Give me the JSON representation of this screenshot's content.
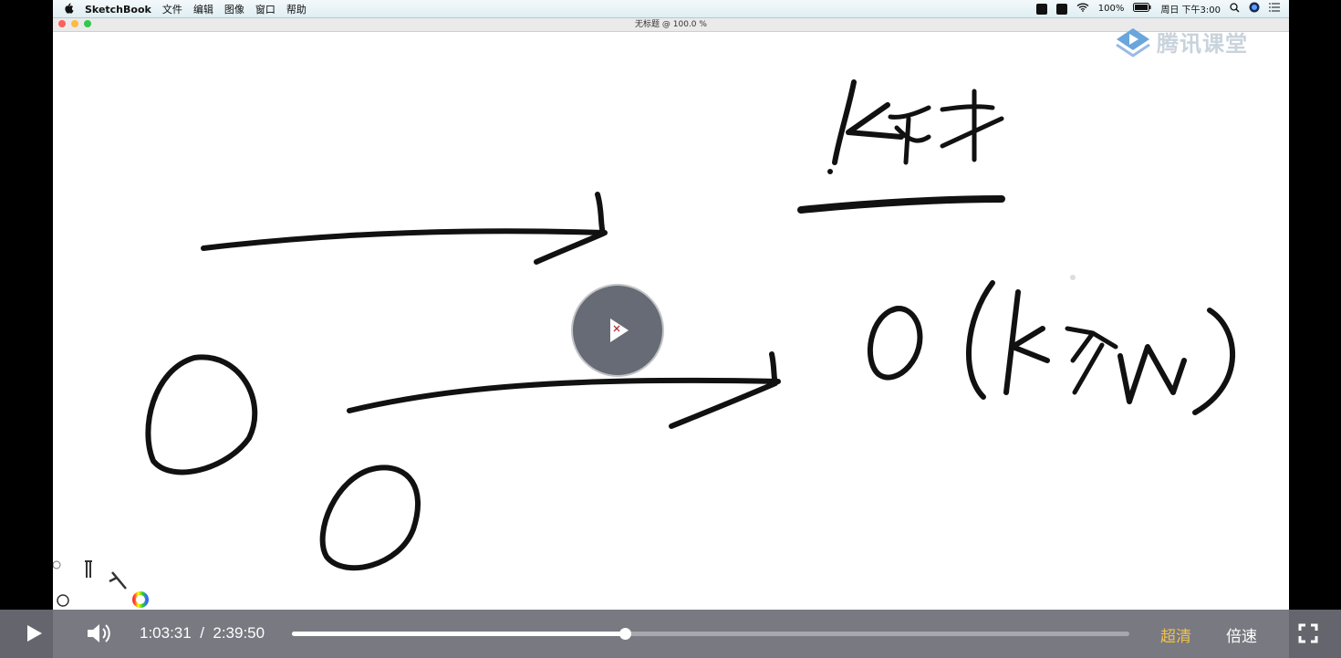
{
  "menubar": {
    "apple": "",
    "app_name": "SketchBook",
    "menus": [
      "文件",
      "编辑",
      "图像",
      "窗口",
      "帮助"
    ],
    "battery": "100%",
    "clock": "周日 下午3:00"
  },
  "window": {
    "title": "无标题 @ 100.0 %"
  },
  "watermark": {
    "text": "腾讯课堂"
  },
  "player": {
    "current_time": "1:03:31",
    "separator": "/",
    "duration": "2:39:50",
    "progress": 0.398,
    "quality_label": "超清",
    "speed_label": "倍速"
  },
  "colors": {
    "quality": "#f0c24b",
    "watermark": "#c9d3dc",
    "control_bar": "#6e6e76"
  },
  "icons": [
    "apple-icon",
    "wifi-icon",
    "battery-icon",
    "search-icon",
    "siri-icon",
    "list-icon",
    "play-icon",
    "volume-icon",
    "fullscreen-icon",
    "color-wheel-icon",
    "brush-icon"
  ]
}
